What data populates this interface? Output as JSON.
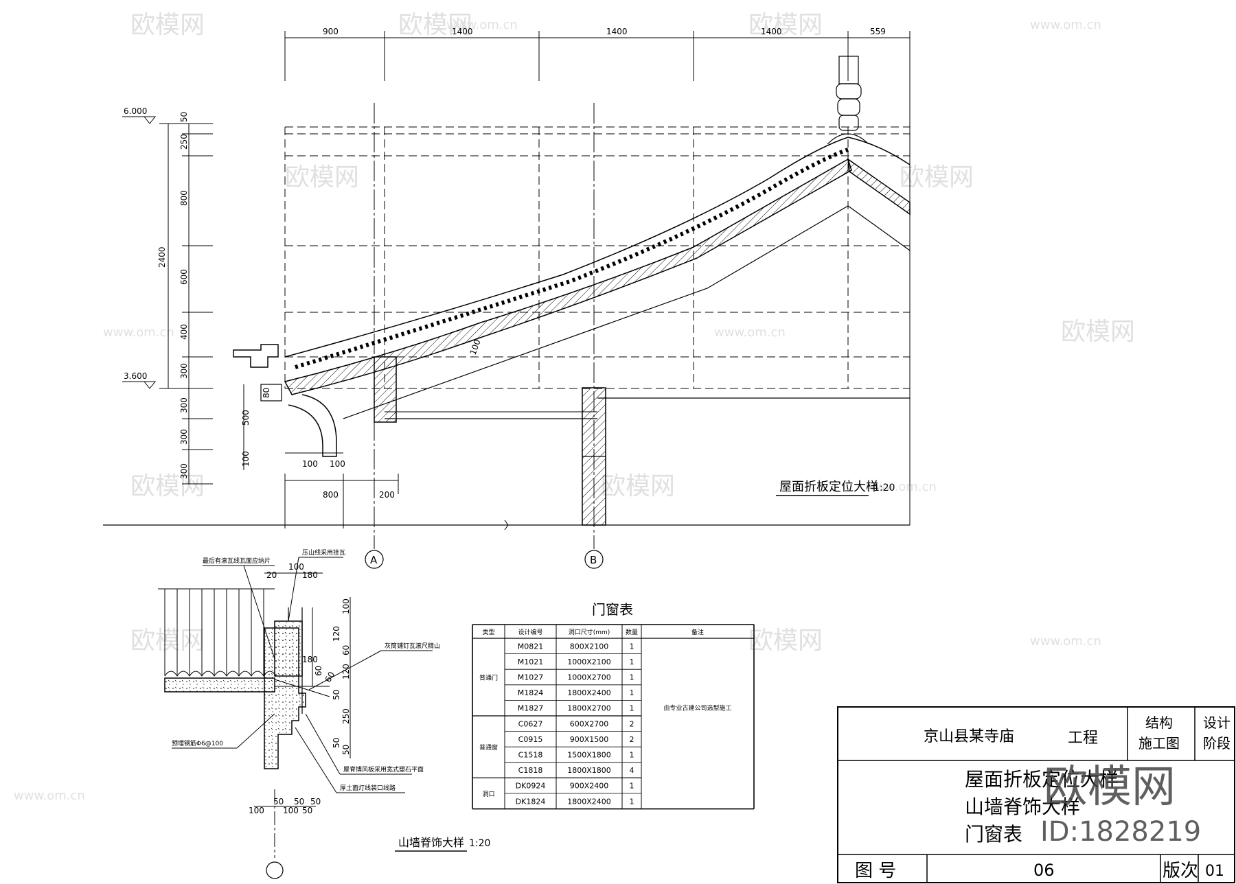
{
  "watermark": {
    "brand": "欧模网",
    "url": "www.om.cn",
    "id": "ID:1828219"
  },
  "roof_detail": {
    "top_dims": [
      "900",
      "1400",
      "1400",
      "1400",
      "559"
    ],
    "left_dims": [
      "50",
      "250",
      "800",
      "600",
      "400",
      "300",
      "300",
      "300",
      "300"
    ],
    "total_dim": "2400",
    "elev_top": "6.000",
    "elev_bottom": "3.600",
    "eave_dims": [
      "500",
      "100",
      "100",
      "100",
      "80"
    ],
    "bottom_dims": [
      "800",
      "200"
    ],
    "slab_thk": "100",
    "axis_a": "A",
    "axis_b": "B",
    "title": "屋面折板定位大样",
    "scale": "1:20"
  },
  "gable_detail": {
    "top_dims": [
      "20",
      "100",
      "180"
    ],
    "right_dims": [
      "100",
      "120",
      "60",
      "120",
      "50",
      "250",
      "50",
      "50"
    ],
    "inner_dims": [
      "180",
      "60",
      "60"
    ],
    "bottom_dims": [
      "100",
      "50",
      "100",
      "50",
      "50",
      "50"
    ],
    "notes": [
      "压山线采用挂瓦",
      "最后有滚瓦线瓦面应纳片",
      "灰筒铺钉瓦滚尺精山",
      "预埋钢筋Φ6@100",
      "屋脊博风板采用宽式塑石平面",
      "厚土面灯线装口线路"
    ],
    "title": "山墙脊饰大样",
    "scale": "1:20"
  },
  "door_window_table": {
    "title": "门窗表",
    "headers": [
      "类型",
      "设计编号",
      "洞口尺寸(mm)",
      "数量",
      "备注"
    ],
    "groups": [
      {
        "type": "普通门",
        "rows": [
          [
            "M0821",
            "800X2100",
            "1"
          ],
          [
            "M1021",
            "1000X2100",
            "1"
          ],
          [
            "M1027",
            "1000X2700",
            "1"
          ],
          [
            "M1824",
            "1800X2400",
            "1"
          ],
          [
            "M1827",
            "1800X2700",
            "1"
          ]
        ]
      },
      {
        "type": "普通窗",
        "rows": [
          [
            "C0627",
            "600X2700",
            "2"
          ],
          [
            "C0915",
            "900X1500",
            "2"
          ],
          [
            "C1518",
            "1500X1800",
            "1"
          ],
          [
            "C1818",
            "1800X1800",
            "4"
          ]
        ]
      },
      {
        "type": "洞口",
        "rows": [
          [
            "DK0924",
            "900X2400",
            "1"
          ],
          [
            "DK1824",
            "1800X2400",
            "1"
          ]
        ]
      }
    ],
    "remark": "由专业古建公司选型施工"
  },
  "title_block": {
    "project": "京山县某寺庙",
    "project_suffix": "工程",
    "discipline": "结构施工图",
    "discipline_line1": "结构",
    "discipline_line2": "施工图",
    "stage_line1": "设计",
    "stage_line2": "阶段",
    "drawing_titles": [
      "屋面折板定位大样",
      "山墙脊饰大样",
      "门窗表"
    ],
    "drawing_no_label": "图 号",
    "drawing_no": "06",
    "version_label": "版次",
    "version": "01"
  }
}
